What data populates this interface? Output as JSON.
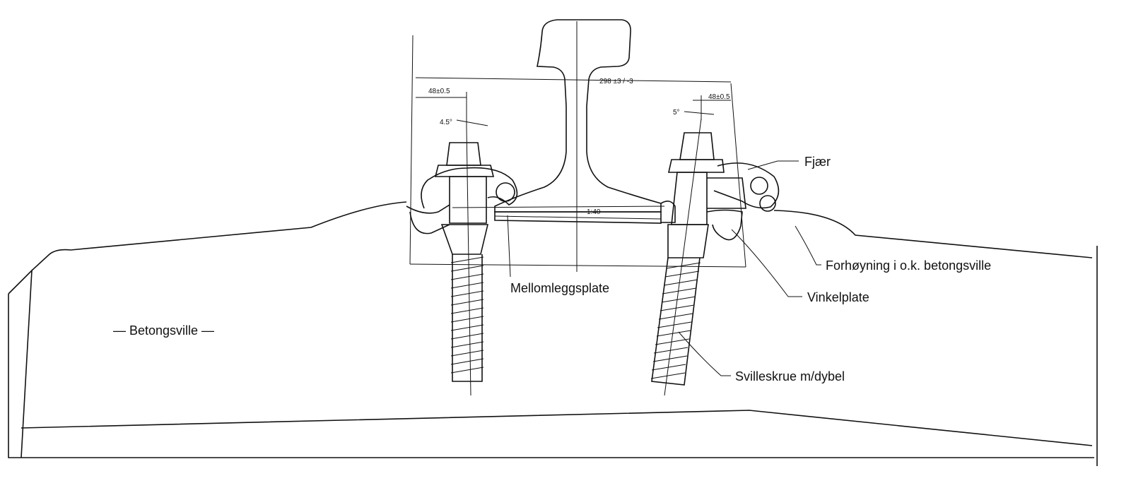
{
  "labels": {
    "spring": "Fjær",
    "raised_sleeper": "Forhøyning i o.k. betongsville",
    "angle_plate": "Vinkelplate",
    "pad": "Mellomleggsplate",
    "screw": "Svilleskrue m/dybel",
    "sleeper": "— Betongsville —"
  },
  "dimensions": {
    "gauge": "298 ±3 / -3",
    "left_offset": "48±0.5",
    "right_offset": "48±0.5",
    "left_angle": "4.5°",
    "right_angle": "5°",
    "inclination": "1:40"
  }
}
